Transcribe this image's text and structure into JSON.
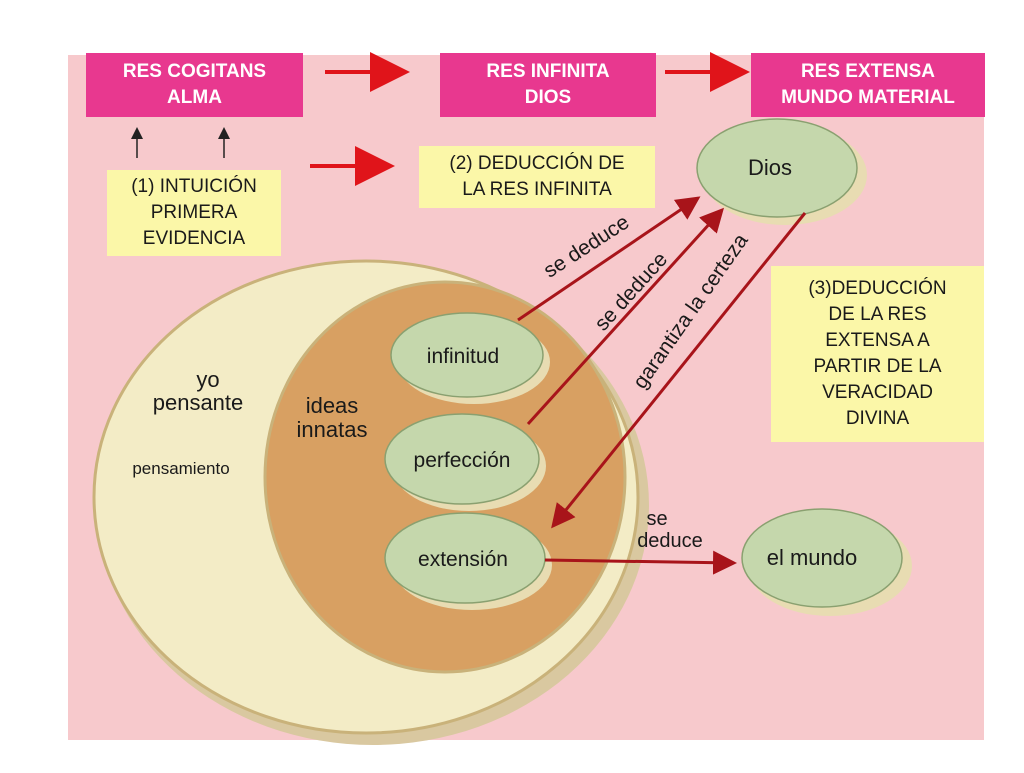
{
  "top_boxes": {
    "res_cogitans": "RES COGITANS\nALMA",
    "res_infinita": "RES  INFINITA\nDIOS",
    "res_extensa": "RES EXTENSA\nMUNDO MATERIAL"
  },
  "notes": {
    "intuicion": "(1) INTUICIÓN\nPRIMERA\nEVIDENCIA",
    "deduccion_infinita": "(2) DEDUCCIÓN DE\nLA RES INFINITA",
    "deduccion_extensa": "(3)DEDUCCIÓN\nDE LA RES\nEXTENSA A\nPARTIR DE LA\nVERACIDAD\nDIVINA"
  },
  "circles": {
    "yo_pensante_line1": "yo",
    "yo_pensante_line2": "pensante",
    "pensamiento": "pensamiento",
    "ideas_line1": "ideas",
    "ideas_line2": "innatas"
  },
  "nodes": {
    "infinitud": "infinitud",
    "perfeccion": "perfección",
    "extension": "extensión",
    "dios": "Dios",
    "el_mundo": "el mundo"
  },
  "edge_labels": {
    "se_deduce_1": "se deduce",
    "se_deduce_2": "se deduce",
    "garantiza": "garantiza la certeza",
    "se_deduce_3_line1": "se",
    "se_deduce_3_line2": "deduce"
  },
  "colors": {
    "background": "#f7c9cc",
    "pink_header": "#e8388f",
    "yellow_note": "#fbf7a8",
    "arrow_red": "#e0141a",
    "arrow_dark_red": "#a8141a",
    "outer_circle": "#f3ecc6",
    "inner_circle": "#d8a062",
    "node_green": "#c5d7ac"
  }
}
